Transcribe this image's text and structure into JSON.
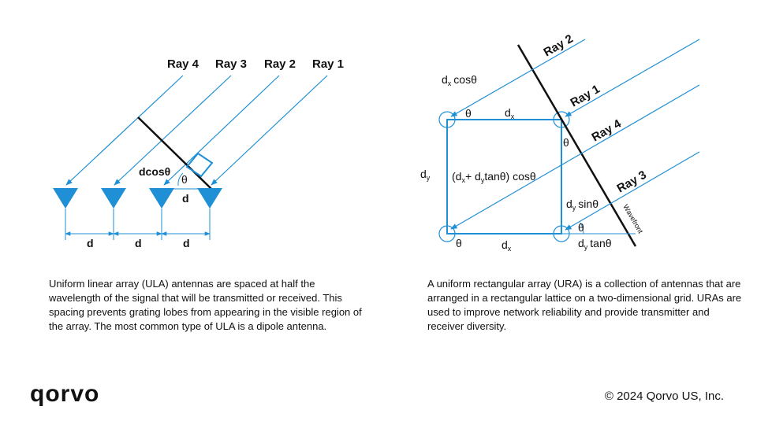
{
  "ula": {
    "rays": [
      "Ray 4",
      "Ray 3",
      "Ray 2",
      "Ray 1"
    ],
    "path_label": "dcosθ",
    "angle_label": "θ",
    "spacing_label": "d",
    "spacing_labels": [
      "d",
      "d",
      "d"
    ],
    "description": "Uniform linear array (ULA) antennas are spaced at half the wavelength of the signal that will be transmitted or received. This spacing prevents grating lobes from appearing in the visible region of the array. The most common type of ULA is a dipole antenna."
  },
  "ura": {
    "rays": [
      "Ray 2",
      "Ray 1",
      "Ray 4",
      "Ray 3"
    ],
    "dx_cos": {
      "pre": "d",
      "sub": "x",
      "post": "cosθ"
    },
    "dx_top": {
      "pre": "d",
      "sub": "x"
    },
    "dx_bottom": {
      "pre": "d",
      "sub": "x"
    },
    "dy": {
      "pre": "d",
      "sub": "y"
    },
    "dy_sin": {
      "pre": "d",
      "sub": "y",
      "post": "sinθ"
    },
    "dy_tan": {
      "pre": "d",
      "sub": "y",
      "post": "tanθ"
    },
    "center": {
      "a": "(d",
      "b": "x",
      "c": "+ d",
      "d": "y",
      "e": "tanθ) cosθ"
    },
    "theta": "θ",
    "wavefront": "Wavefront",
    "description": "A uniform rectangular array (URA) is a collection of antennas that are arranged in a rectangular lattice on a two-dimensional grid. URAs are used to improve network reliability and provide transmitter and receiver diversity."
  },
  "brand": {
    "logo": "qorvo",
    "copyright": "© 2024 Qorvo US, Inc."
  },
  "colors": {
    "accent": "#1f8fd6",
    "text": "#111111"
  }
}
